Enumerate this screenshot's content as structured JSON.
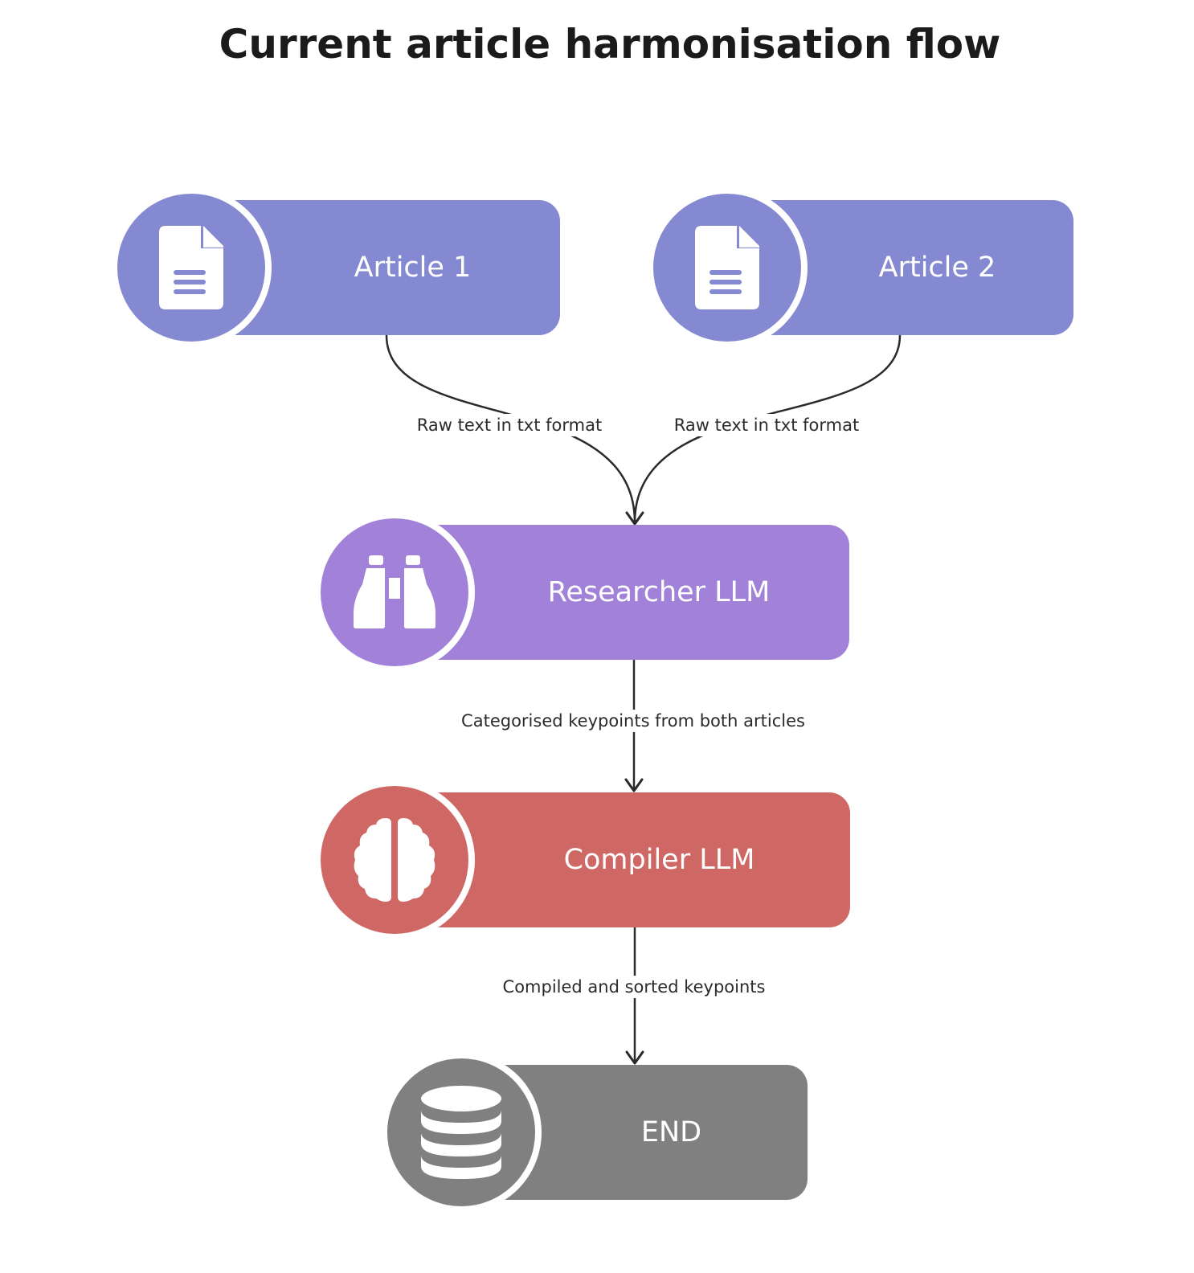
{
  "title": "Current article harmonisation flow",
  "colors": {
    "article": "#8489d1",
    "researcher": "#a182d8",
    "compiler": "#cf6764",
    "end": "#808080",
    "edge": "#2a2a2a"
  },
  "nodes": {
    "article1": {
      "label": "Article 1",
      "icon": "document-icon"
    },
    "article2": {
      "label": "Article 2",
      "icon": "document-icon"
    },
    "researcher": {
      "label": "Researcher LLM",
      "icon": "binoculars-icon"
    },
    "compiler": {
      "label": "Compiler LLM",
      "icon": "brain-icon"
    },
    "end": {
      "label": "END",
      "icon": "database-icon"
    }
  },
  "edges": {
    "article1_to_researcher": "Raw text in txt format",
    "article2_to_researcher": "Raw text in txt format",
    "researcher_to_compiler": "Categorised keypoints from both articles",
    "compiler_to_end": "Compiled and sorted keypoints"
  }
}
